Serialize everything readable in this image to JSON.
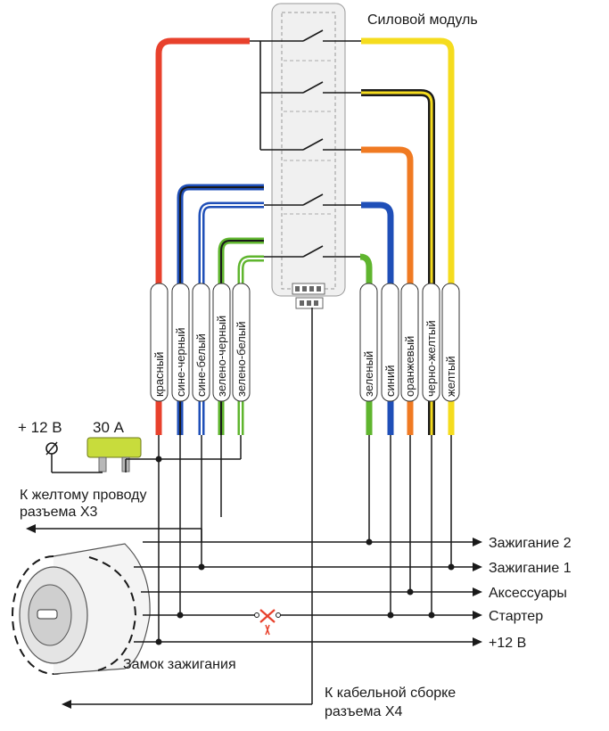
{
  "module_title": "Силовой модуль",
  "wire_labels_left": [
    "красный",
    "сине-черный",
    "сине-белый",
    "зелено-черный",
    "зелено-белый"
  ],
  "wire_labels_right": [
    "зеленый",
    "синий",
    "оранжевый",
    "черно-желтый",
    "желтый"
  ],
  "power": {
    "voltage": "+ 12 В",
    "fuse": "30 А"
  },
  "notes": {
    "to_yellow_wire_line1": "К желтому проводу",
    "to_yellow_wire_line2": "разъема Х3",
    "ignition_lock": "Замок зажигания",
    "to_cable_line1": "К кабельной сборке",
    "to_cable_line2": "разъема Х4"
  },
  "outputs": [
    "Зажигание 2",
    "Зажигание 1",
    "Аксессуары",
    "Стартер",
    "+12 В"
  ],
  "colors": {
    "red": "#e8412c",
    "blue": "#1f4fb8",
    "green": "#5fb52e",
    "orange": "#f07a22",
    "yellow": "#f5dc1e",
    "fuse": "#c8dc3c",
    "black": "#1a1a1a",
    "cut_mark": "#e8412c"
  }
}
